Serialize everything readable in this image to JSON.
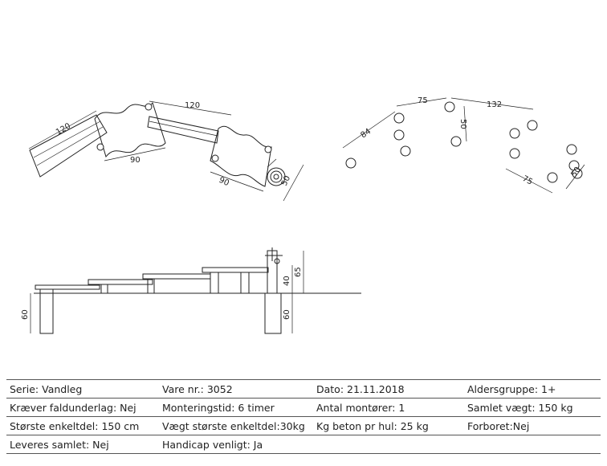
{
  "drawing": {
    "plan_dims": {
      "d120a": "120",
      "d120b": "120",
      "d90a": "90",
      "d90b": "90",
      "d50": "50"
    },
    "posts_dims": {
      "d84": "84",
      "d75a": "75",
      "d50a": "50",
      "d132": "132",
      "d75b": "75",
      "d50b": "50"
    },
    "elevation_dims": {
      "d60a": "60",
      "d40": "40",
      "d65": "65",
      "d60b": "60"
    }
  },
  "specs": [
    [
      "Serie: Vandleg",
      "Vare nr.: 3052",
      "Dato: 21.11.2018",
      "Aldersgruppe: 1+"
    ],
    [
      "Kræver faldunderlag: Nej",
      "Monteringstid: 6 timer",
      "Antal montører: 1",
      "Samlet vægt: 150 kg"
    ],
    [
      "Største enkeltdel: 150 cm",
      "Vægt største enkeltdel:30kg",
      "Kg beton pr hul: 25 kg",
      "Forboret:Nej"
    ],
    [
      "Leveres samlet: Nej",
      "Handicap venligt: Ja",
      "",
      ""
    ]
  ]
}
